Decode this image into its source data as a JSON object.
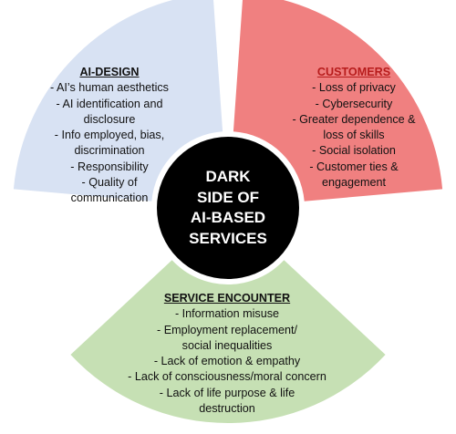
{
  "center": {
    "lines": [
      "DARK",
      "SIDE OF",
      "AI-BASED",
      "SERVICES"
    ]
  },
  "ai_design": {
    "title": "AI-DESIGN",
    "items": [
      "- AI’s human aesthetics",
      "- AI identification and",
      "disclosure",
      "- Info employed, bias,",
      "discrimination",
      "- Responsibility",
      "- Quality of",
      "communication"
    ]
  },
  "customers": {
    "title": "CUSTOMERS",
    "items": [
      "- Loss of privacy",
      "- Cybersecurity",
      "- Greater dependence &",
      "loss of skills",
      "- Social isolation",
      "- Customer ties &",
      "engagement"
    ]
  },
  "service_encounter": {
    "title": "SERVICE ENCOUNTER",
    "items": [
      "- Information misuse",
      "- Employment replacement/",
      "social inequalities",
      "- Lack of emotion & empathy",
      "- Lack of consciousness/moral concern",
      "- Lack of life purpose & life",
      "destruction"
    ]
  },
  "colors": {
    "ai_design_fill": "#d8e2f3",
    "customers_fill": "#f08080",
    "encounter_fill": "#c6e0b4",
    "center_fill": "#000000",
    "customers_heading": "#b71c1c"
  }
}
